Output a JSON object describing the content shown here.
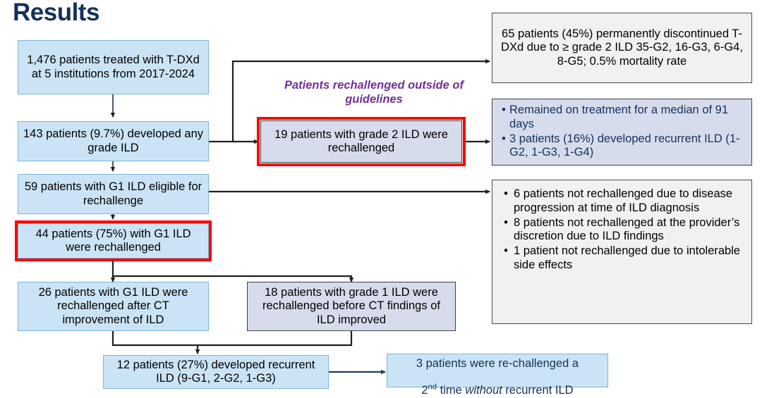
{
  "title": "Results",
  "colors": {
    "title_navy": "#16305c",
    "blue_fill": "#cbe4f5",
    "blue_border": "#7eb4d8",
    "lavender_fill": "#d6dcec",
    "grey_fill": "#f1f1f1",
    "highlight_red": "#ff0000",
    "purple_label": "#7030a0",
    "connector": "#1f1f1f"
  },
  "annotations": {
    "outside_guidelines": "Patients rechallenged outside\nof guidelines"
  },
  "nodes": {
    "cohort": {
      "name": "cohort-box",
      "text": "1,476 patients treated with T-DXd at 5 institutions from 2017-2024"
    },
    "any_grade_ild": {
      "name": "any-grade-ild-box",
      "text": "143 patients (9.7%) developed any grade ILD"
    },
    "g1_eligible": {
      "name": "g1-eligible-box",
      "text": "59 patients with G1 ILD eligible for rechallenge"
    },
    "g1_rechallenged": {
      "name": "g1-rechallenged-box",
      "text": "44 patients (75%) with G1 ILD were rechallenged",
      "highlighted": true
    },
    "after_ct": {
      "name": "rechallenged-after-ct-box",
      "text": "26 patients with G1 ILD were rechallenged after CT improvement of ILD"
    },
    "before_ct": {
      "name": "rechallenged-before-ct-box",
      "text": "18 patients with grade 1 ILD were rechallenged before CT findings of ILD improved"
    },
    "recurrent_ild": {
      "name": "recurrent-ild-box",
      "text": "12 patients (27%) developed recurrent ILD (9-G1, 2-G2, 1-G3)"
    },
    "second_rechallenge": {
      "name": "second-rechallenge-box",
      "text_part1": "3 patients were re-challenged a",
      "text_line2_a": "2",
      "text_line2_sup": "nd",
      "text_line2_b": " time ",
      "text_line2_italic": "without",
      "text_line2_c": " recurrent ILD"
    },
    "grade2_rechallenged": {
      "name": "grade2-rechallenged-box",
      "text": "19 patients with grade 2 ILD were rechallenged",
      "highlighted": true
    },
    "discontinued": {
      "name": "permanently-discontinued-box",
      "text": "65 patients (45%) permanently discontinued T-DXd due to ≥ grade 2 ILD 35-G2, 16-G3, 6-G4, 8-G5; 0.5% mortality rate"
    },
    "grade2_outcomes": {
      "name": "grade2-outcomes-box",
      "bullets": [
        "Remained on treatment for a median of 91 days",
        "3 patients (16%) developed recurrent ILD (1-G2, 1-G3, 1-G4)"
      ]
    },
    "not_rechallenged": {
      "name": "not-rechallenged-reasons-box",
      "bullets": [
        "6 patients not rechallenged due to disease progression at time of ILD diagnosis",
        "8 patients not rechallenged at the provider’s discretion due to ILD findings",
        "1 patient not rechallenged due to intolerable side effects"
      ]
    }
  }
}
